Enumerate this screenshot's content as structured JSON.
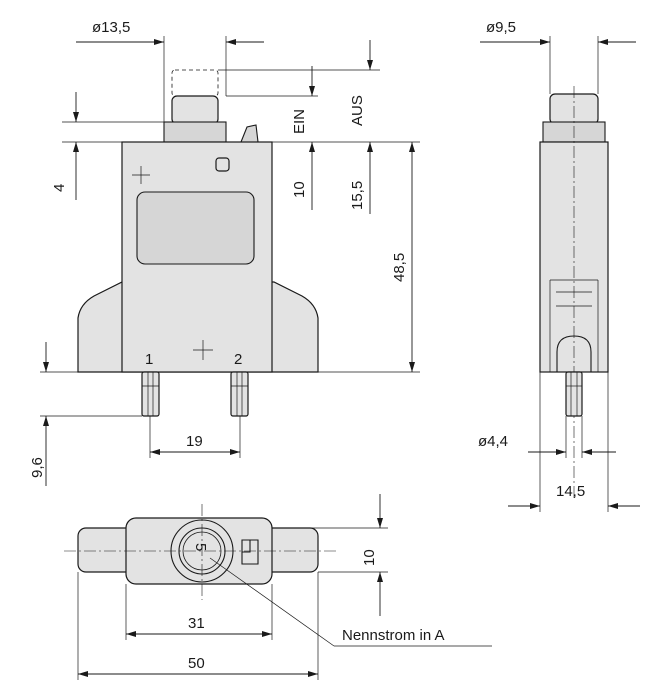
{
  "front_view": {
    "dim_button_diameter": "ø13,5",
    "dim_button_height": "4",
    "state_on": "EIN",
    "state_off": "AUS",
    "dim_on_travel": "10",
    "dim_off_travel": "15,5",
    "dim_body_height": "48,5",
    "terminal_1": "1",
    "terminal_2": "2",
    "dim_terminal_spacing": "19",
    "dim_terminal_length": "9,6"
  },
  "side_view": {
    "dim_button_diameter": "ø9,5",
    "dim_pin_diameter": "ø4,4",
    "dim_depth": "14,5"
  },
  "top_view": {
    "rating_marking": "5",
    "dim_height": "10",
    "dim_body_width": "31",
    "dim_total_width": "50",
    "callout_rated_current": "Nennstrom in A"
  }
}
